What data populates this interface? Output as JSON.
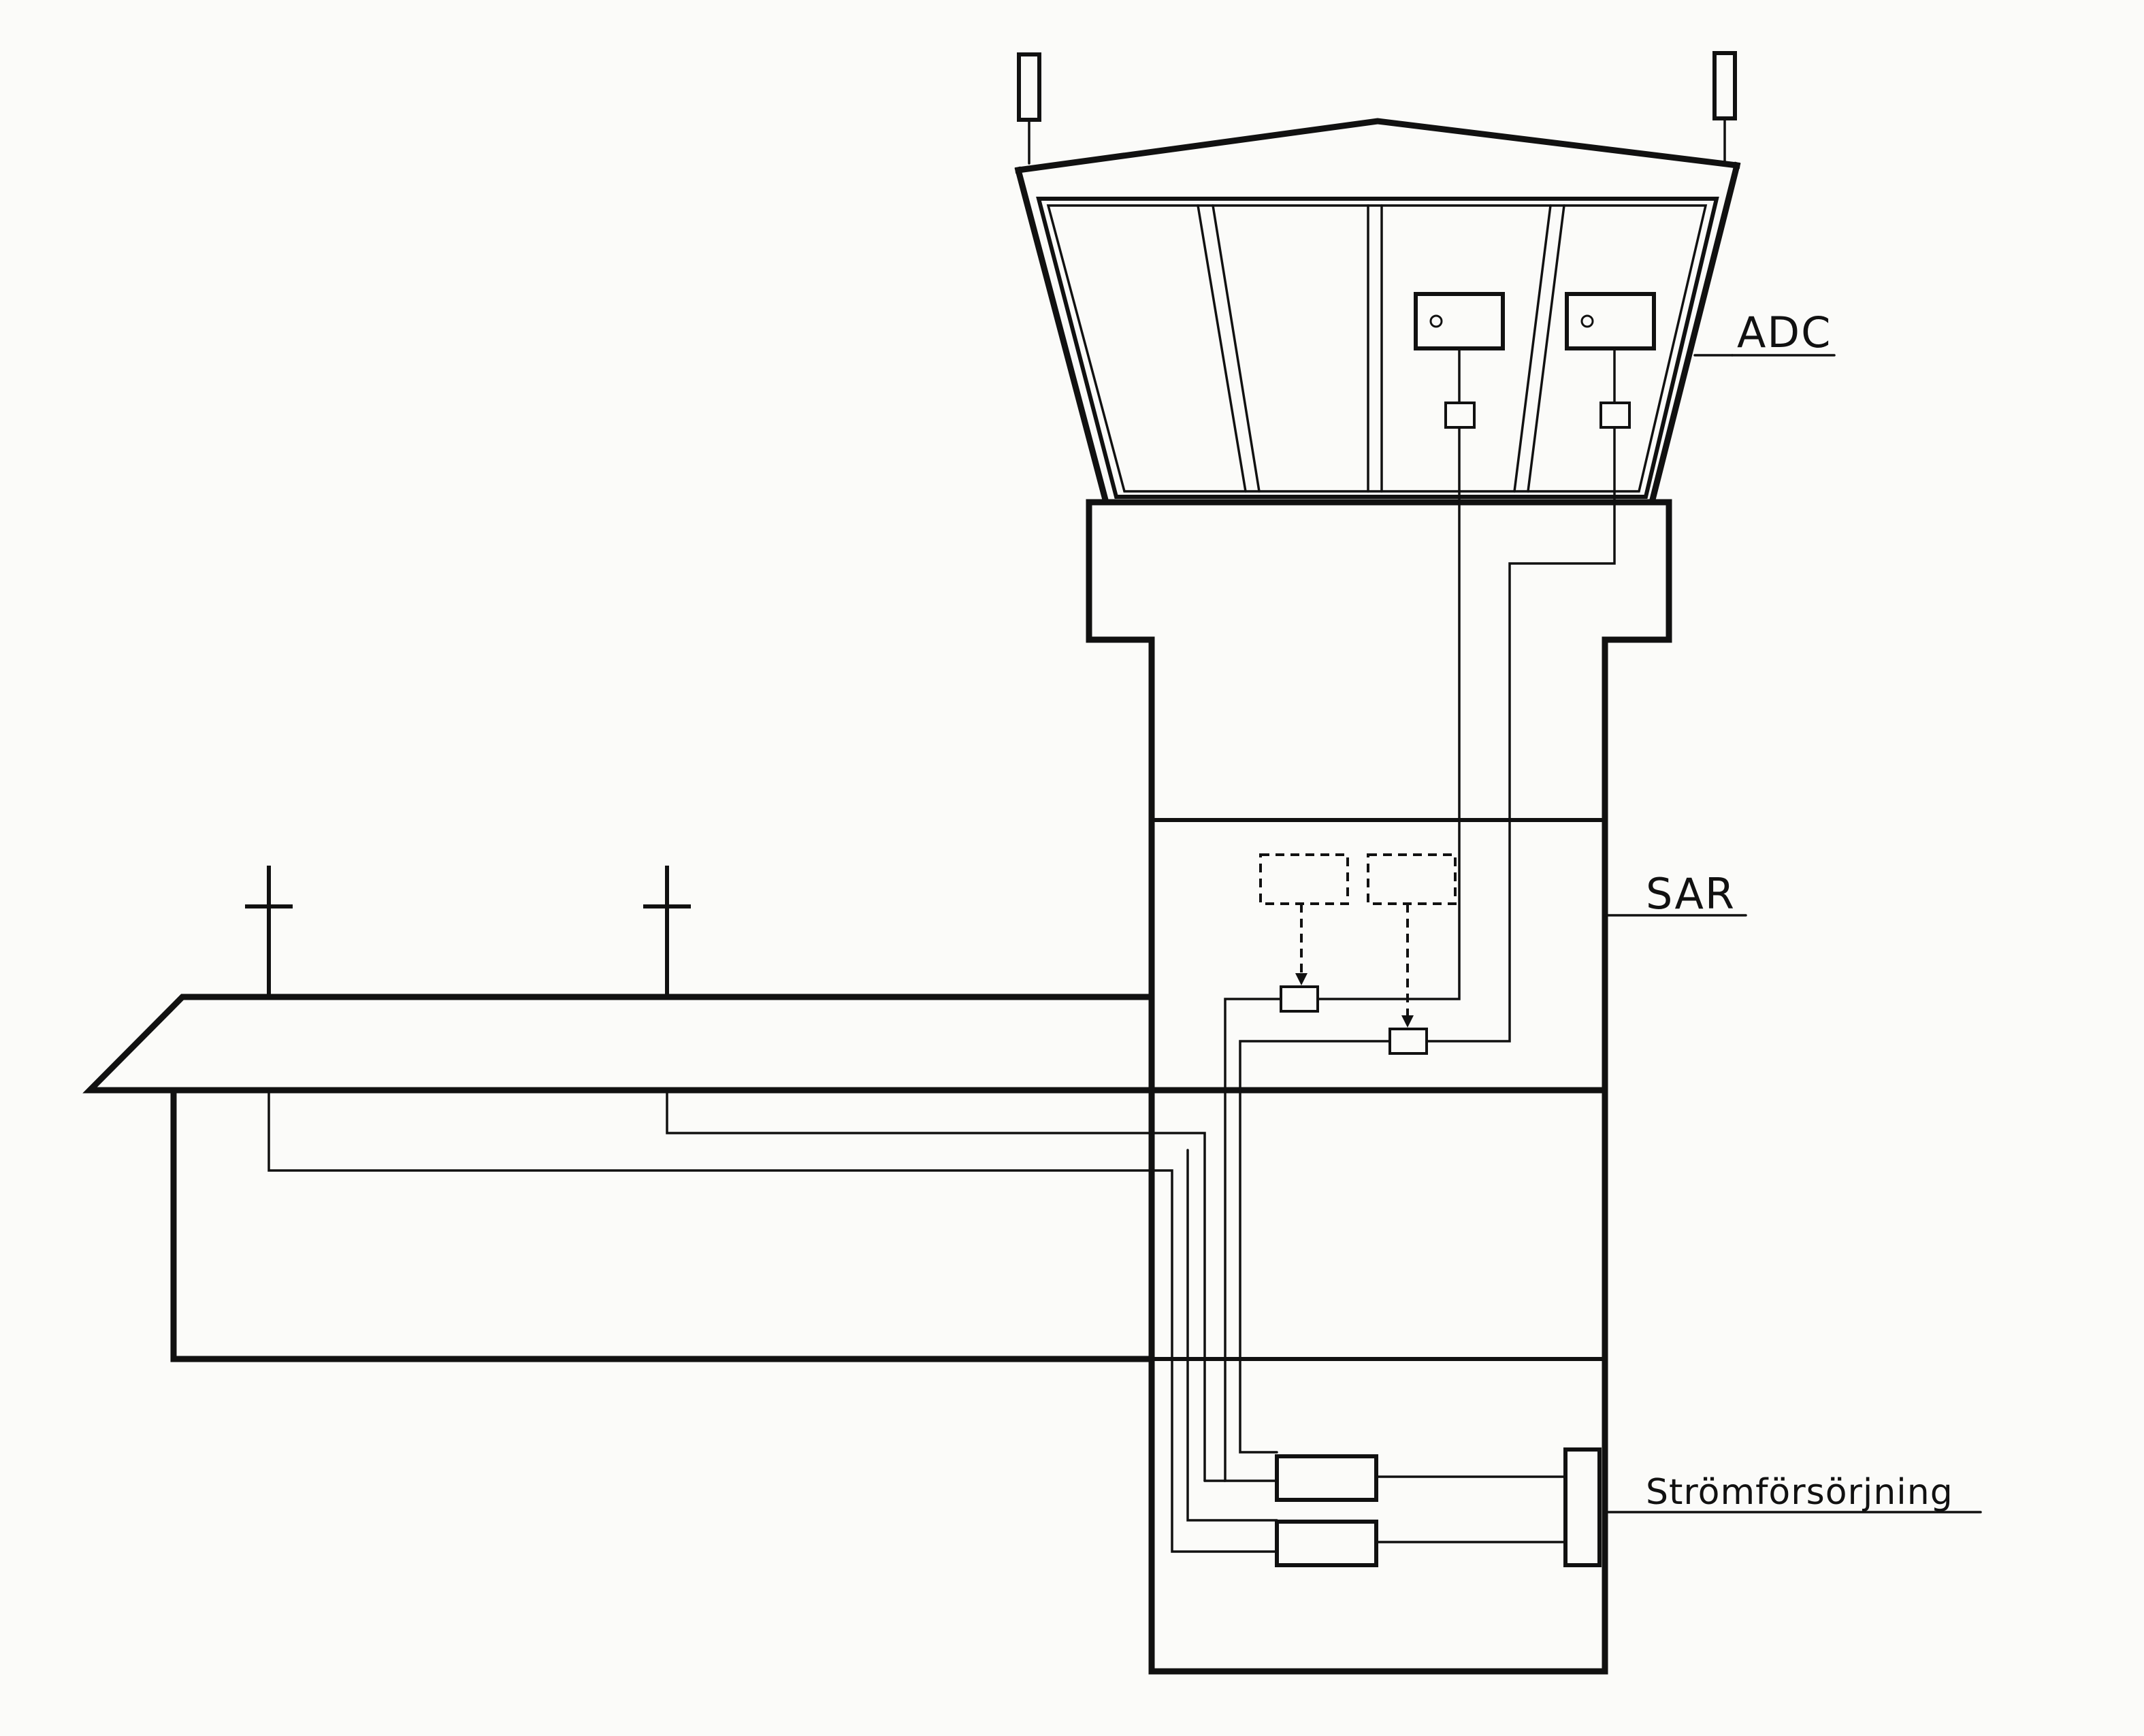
{
  "labels": {
    "adc": "ADC",
    "sar": "SAR",
    "power": "Strömförsörjning"
  }
}
